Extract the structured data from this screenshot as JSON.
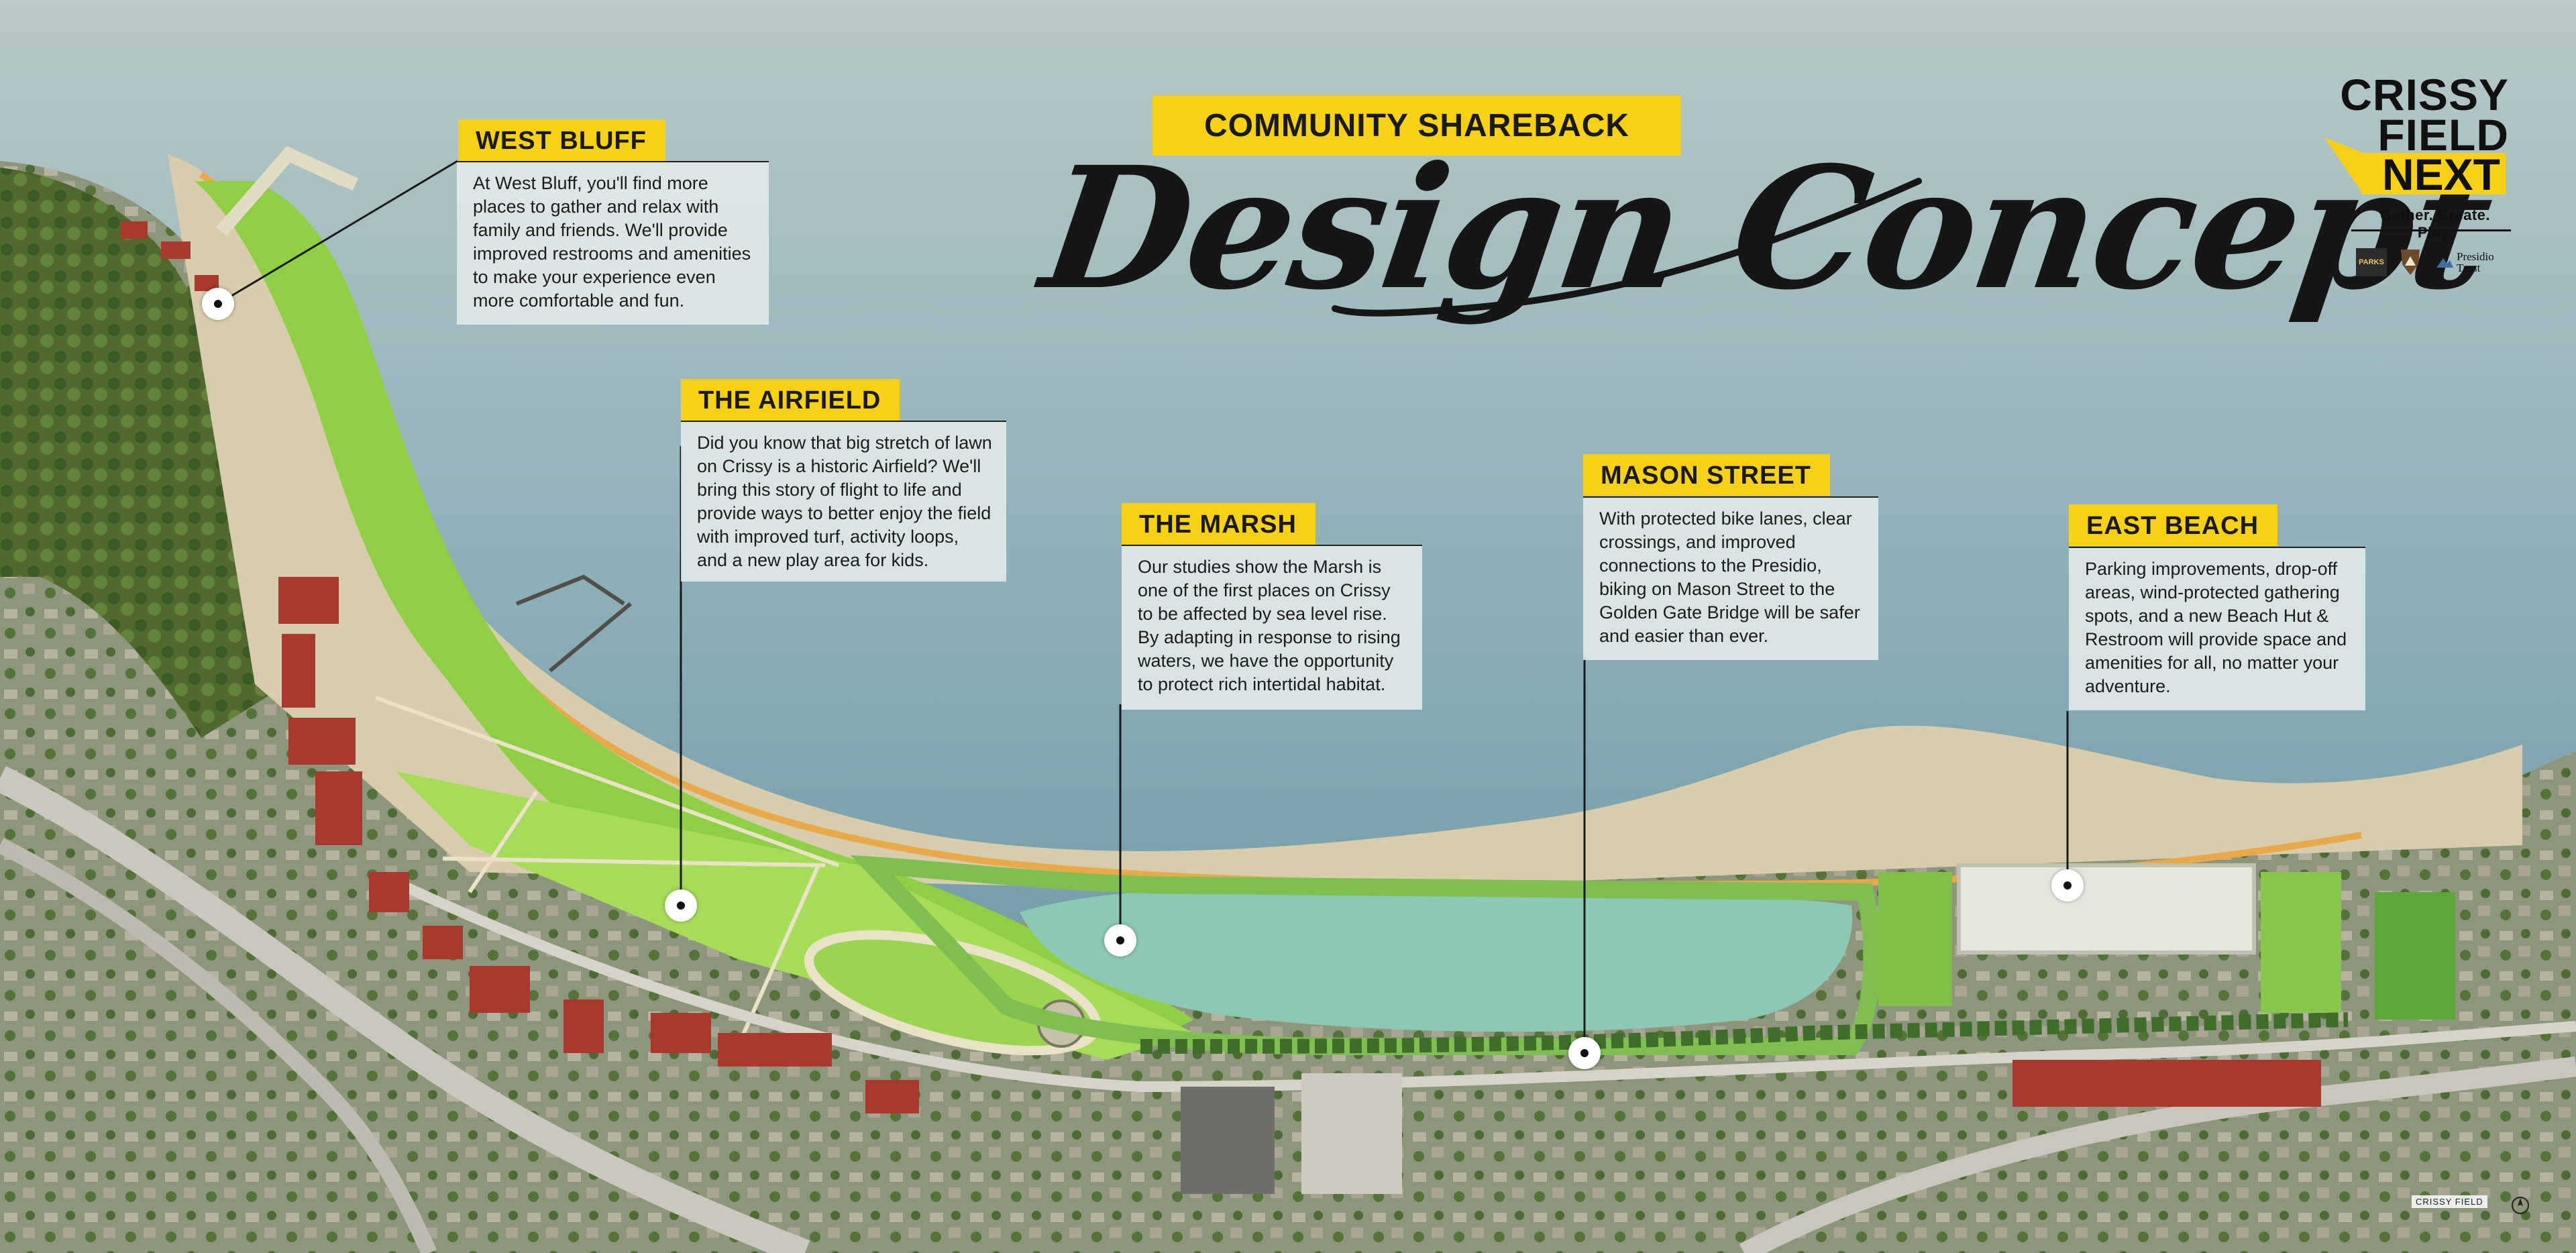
{
  "heading": {
    "kicker": "COMMUNITY SHAREBACK",
    "title": "Design Concept"
  },
  "logo": {
    "line1": "CRISSY",
    "line2": "FIELD",
    "line3": "NEXT",
    "tagline": "Gather. Create. Play.",
    "partners": {
      "parks_label": "PARKS",
      "trust_label_1": "Presidio",
      "trust_label_2": "Trust"
    }
  },
  "callouts": [
    {
      "title": "WEST BLUFF",
      "text": "At West Bluff, you'll find more places to gather and relax with family and friends. We'll provide improved restrooms and amenities to make your experience even more comfortable and fun."
    },
    {
      "title": "THE AIRFIELD",
      "text": "Did you know that big stretch of lawn on Crissy is a historic Airfield? We'll bring this story of flight to life and provide ways to better enjoy the field with improved turf, activity loops, and a new play area for kids."
    },
    {
      "title": "THE MARSH",
      "text": "Our studies show the Marsh is one of the first places on Crissy to be affected by sea level rise. By adapting in response to rising waters, we have the opportunity to protect rich intertidal habitat."
    },
    {
      "title": "MASON STREET",
      "text": "With protected bike lanes, clear crossings, and improved connections to the Presidio, biking on Mason Street to the Golden Gate Bridge will be safer and easier than ever."
    },
    {
      "title": "EAST BEACH",
      "text": "Parking improvements, drop-off areas, wind-protected gathering spots, and a new Beach Hut & Restroom will provide space and amenities for all, no matter your adventure."
    }
  ],
  "map": {
    "scale_label": "CRISSY FIELD",
    "colors": {
      "water": "#7ea3ae",
      "sand": "#d9cfae",
      "lawn": "#8fcf45",
      "lawn_light": "#b7e07a",
      "marsh": "#8dc8b6",
      "city": "#9aa08e",
      "roof_red": "#a8392c",
      "path_orange": "#e8a94a",
      "accent_yellow": "#f7d117"
    }
  }
}
